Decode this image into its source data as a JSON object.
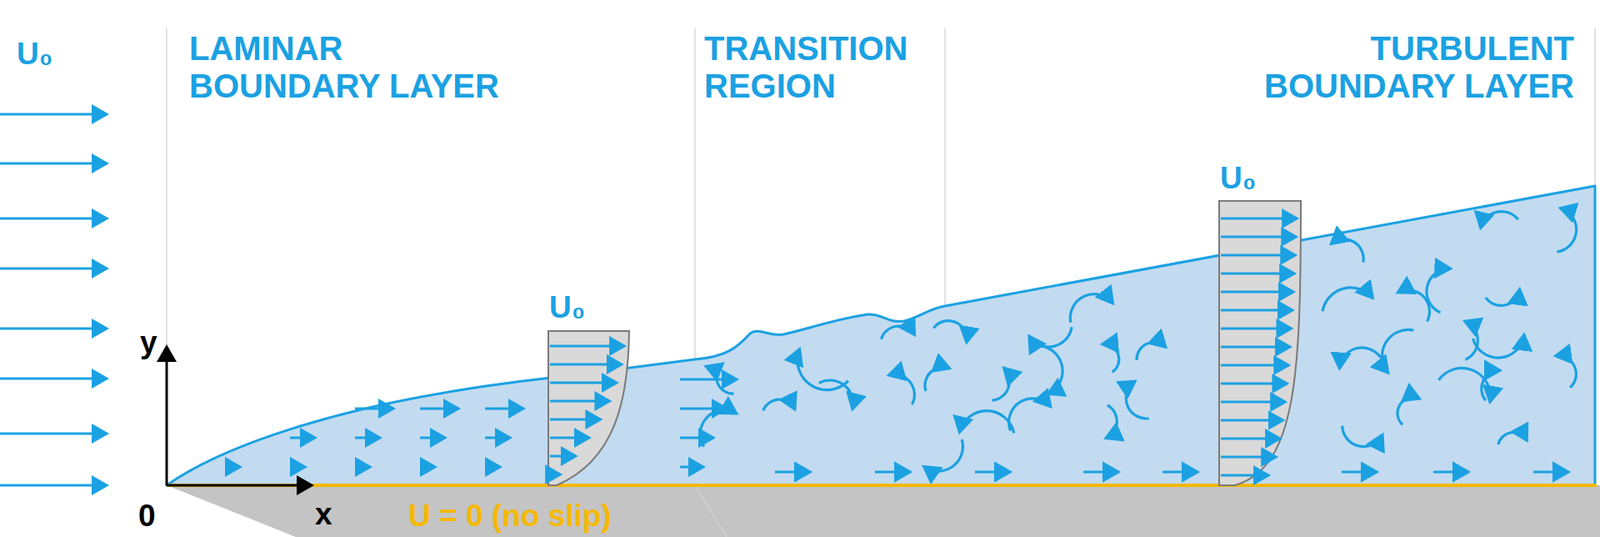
{
  "diagram": {
    "labels": [
      "U₀",
      "LAMINAR BOUNDARY LAYER",
      "TRANSITION REGION",
      "TURBULENT BOUNDARY LAYER",
      "U₀",
      "y",
      "U₀",
      "0",
      "x",
      "U = 0 (no slip)"
    ]
  }
}
